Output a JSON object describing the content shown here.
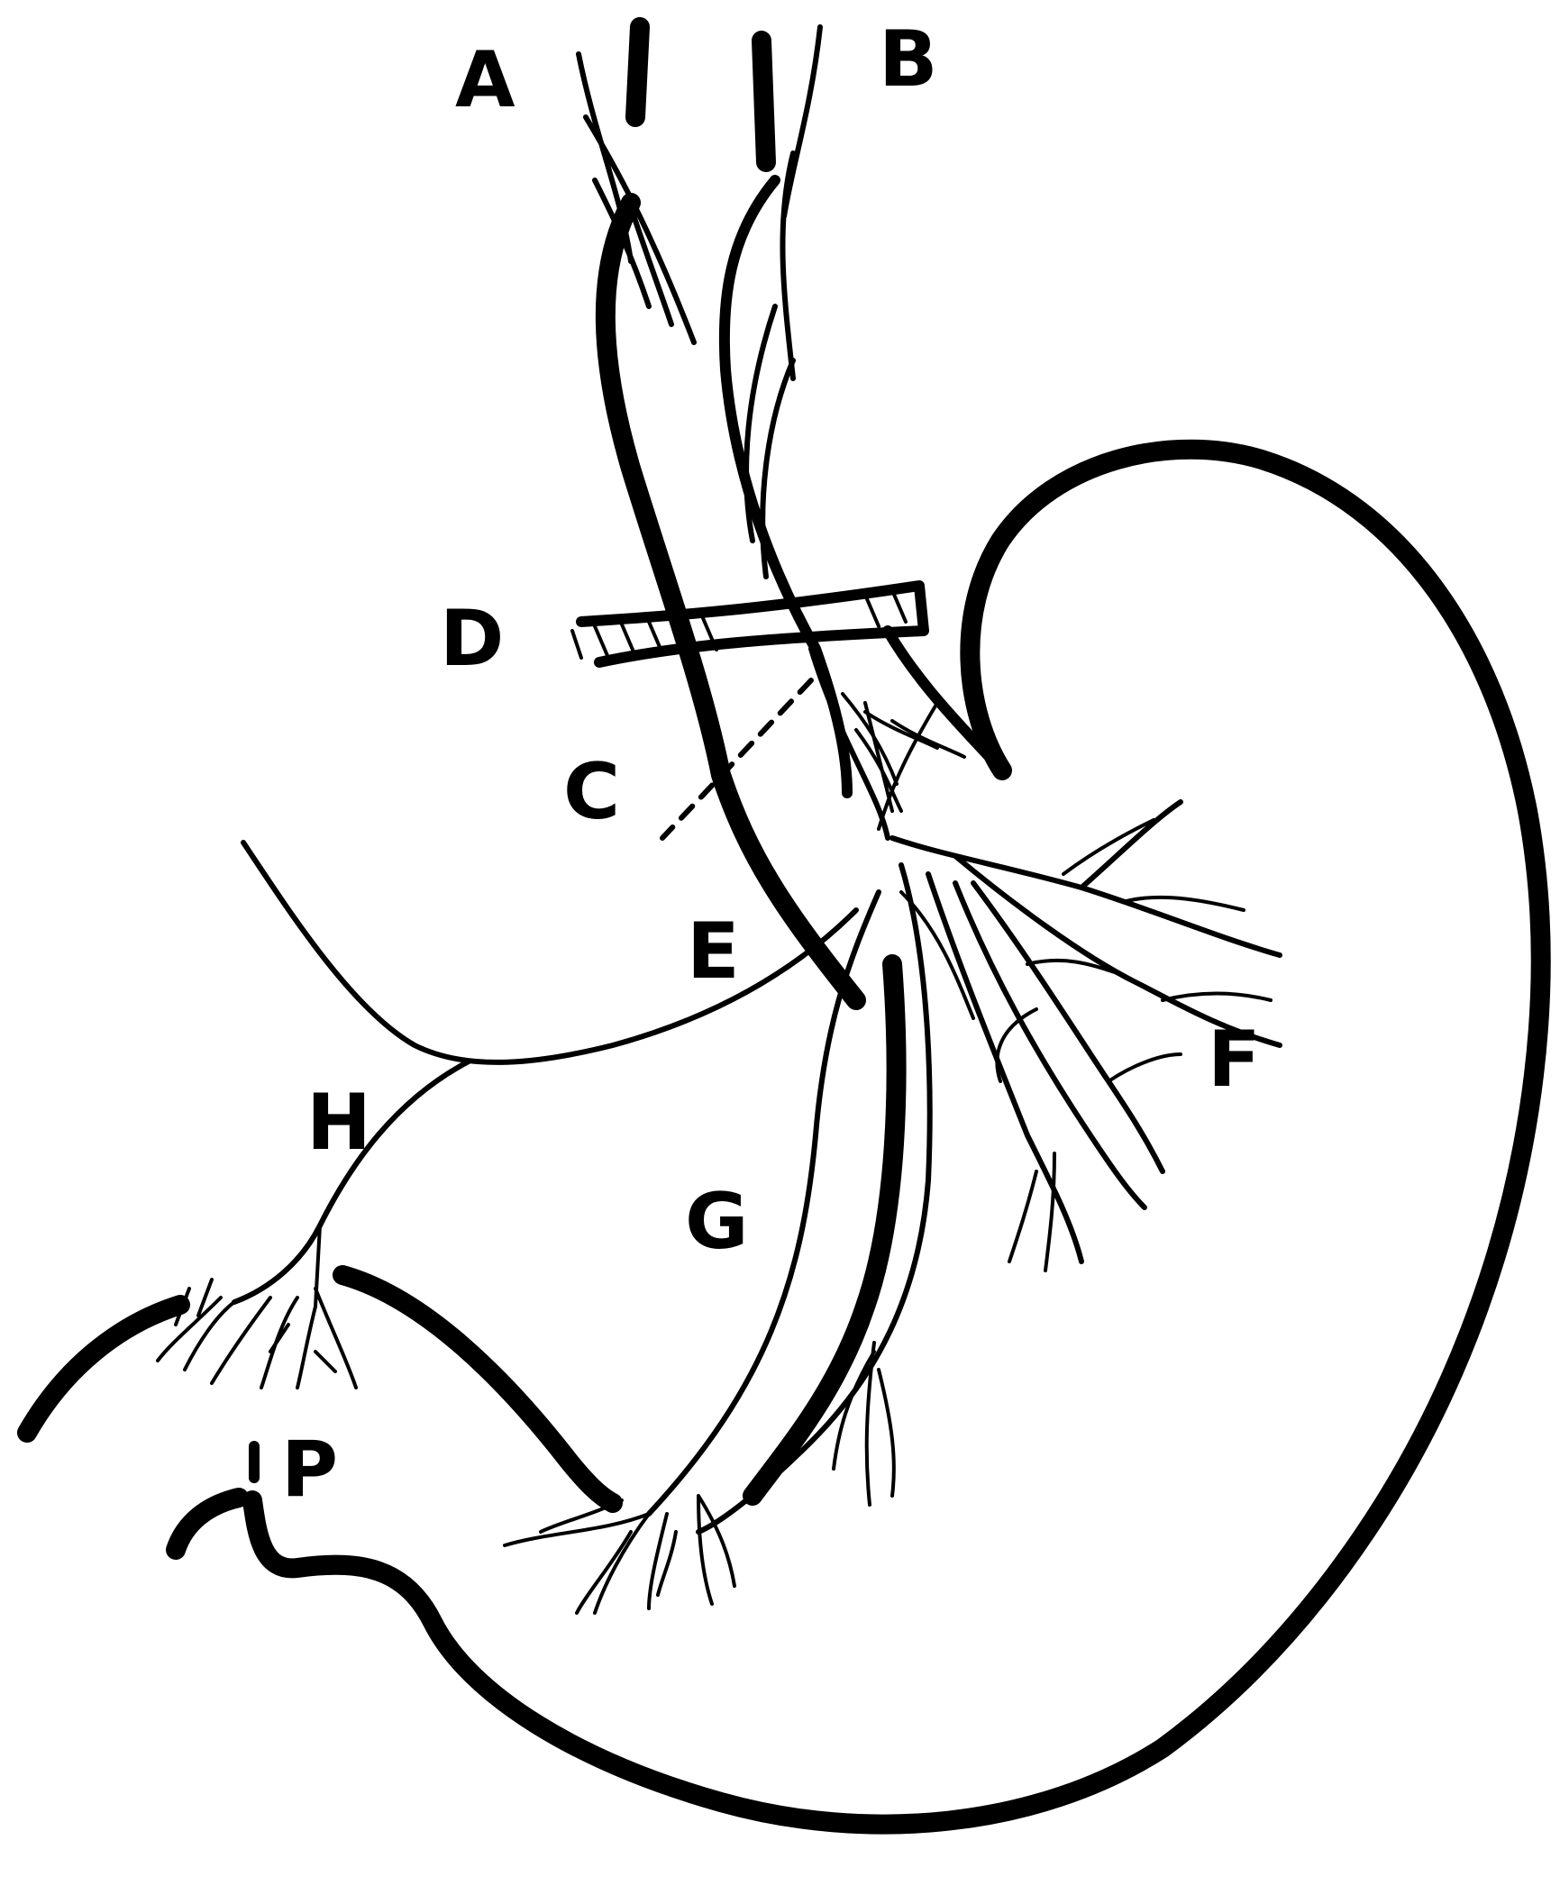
{
  "colors": {
    "ink": "#000000",
    "paper": "#ffffff"
  },
  "labels": {
    "a": "A",
    "b": "B",
    "c": "C",
    "d": "D",
    "e": "E",
    "f": "F",
    "g": "G",
    "h": "H",
    "p": "P"
  }
}
